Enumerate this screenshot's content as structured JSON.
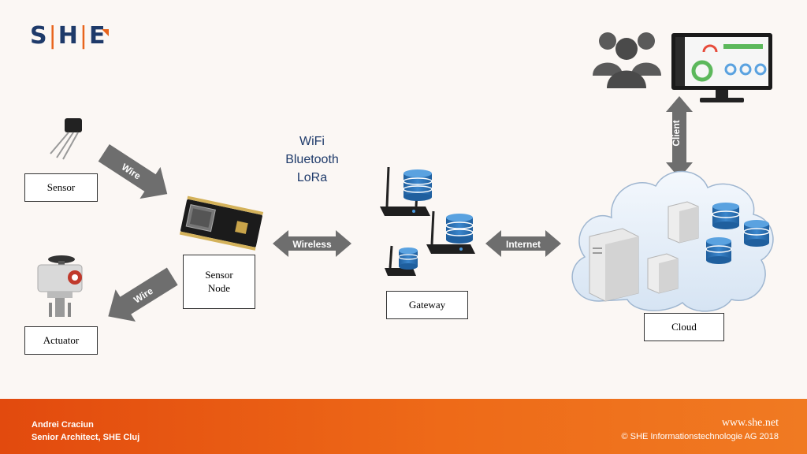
{
  "logo": {
    "text_s": "S",
    "text_h": "H",
    "text_e": "E"
  },
  "nodes": {
    "sensor": "Sensor",
    "actuator": "Actuator",
    "sensor_node": "Sensor\nNode",
    "gateway": "Gateway",
    "cloud": "Cloud"
  },
  "connections": {
    "wire_in": "Wire",
    "wire_out": "Wire",
    "wireless": "Wireless",
    "internet": "Internet",
    "client": "Client"
  },
  "protocols": [
    "WiFi",
    "Bluetooth",
    "LoRa"
  ],
  "footer": {
    "author": "Andrei Craciun",
    "role": "Senior Architect, SHE Cluj",
    "url": "www.she.net",
    "copyright": "© SHE Informationstechnologie AG 2018"
  },
  "colors": {
    "brand_blue": "#1e3a6a",
    "brand_orange": "#e8641c",
    "arrow_gray": "#6e6e6e",
    "db_blue": "#2a6fb3"
  }
}
